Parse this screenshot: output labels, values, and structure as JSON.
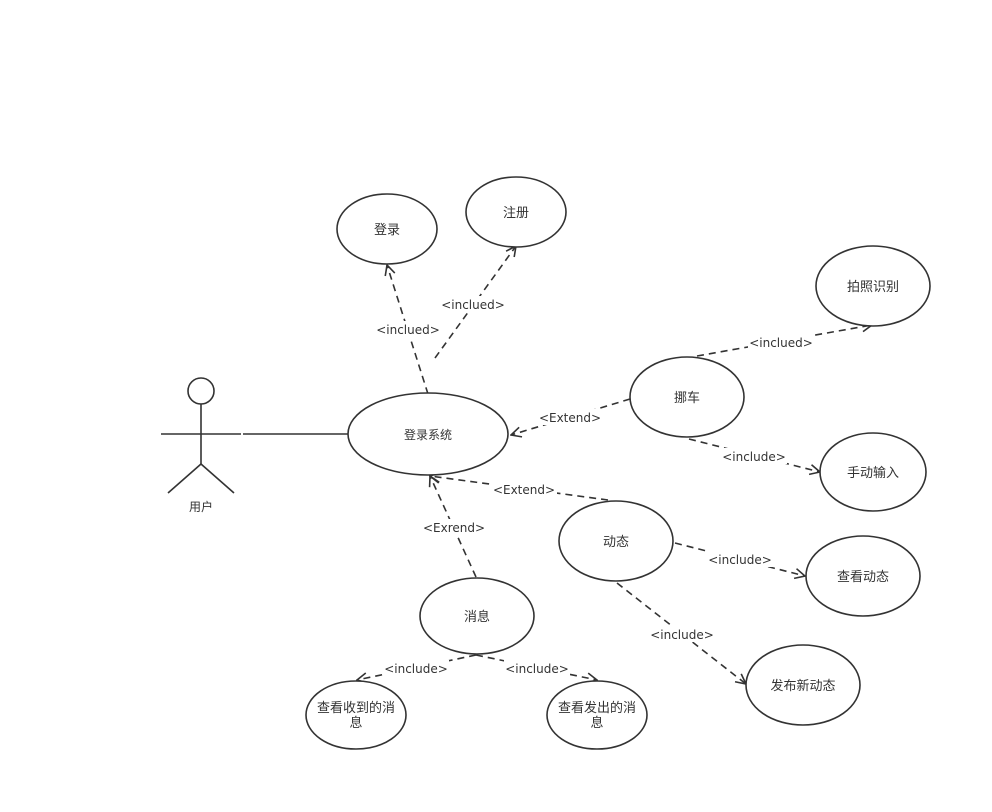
{
  "actor": {
    "label": "用户"
  },
  "nodes": {
    "login_system": "登录系统",
    "login": "登录",
    "register": "注册",
    "move_car": "挪车",
    "photo_recognize": "拍照识别",
    "manual_input": "手动输入",
    "dynamics": "动态",
    "view_dynamics": "查看动态",
    "publish_dynamics": "发布新动态",
    "message": "消息",
    "view_received_line1": "查看收到的消",
    "view_received_line2": "息",
    "view_sent_line1": "查看发出的消",
    "view_sent_line2": "息"
  },
  "edges": {
    "login": "<inclued>",
    "register": "<inclued>",
    "move_car_extend": "<Extend>",
    "photo": "<inclued>",
    "manual": "<include>",
    "dynamics_extend": "<Extend>",
    "view_dynamics": "<include>",
    "publish_dynamics": "<include>",
    "message_extend": "<Exrend>",
    "view_received": "<include>",
    "view_sent": "<include>"
  },
  "colors": {
    "stroke": "#333333",
    "text": "#333333",
    "background": "#ffffff"
  }
}
